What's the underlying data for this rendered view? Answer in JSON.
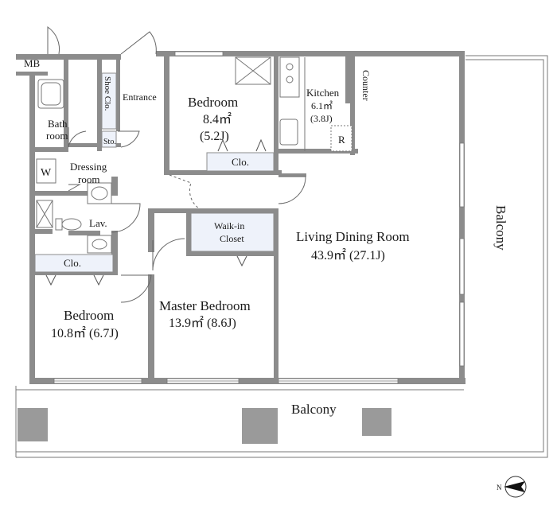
{
  "labels": {
    "mb": "MB",
    "shoe_closet": "Shoe Clo.",
    "entrance": "Entrance",
    "storage": "Sto.",
    "bath": "Bath",
    "bath_room": "room",
    "washer": "W",
    "dressing": "Dressing",
    "dressing_room": "room",
    "lavatory": "Lav.",
    "closet_bedroom2": "Clo.",
    "bedroom1_title": "Bedroom",
    "bedroom1_area": "8.4㎡",
    "bedroom1_jo": "(5.2J)",
    "closet_bedroom1": "Clo.",
    "kitchen_title": "Kitchen",
    "kitchen_area": "6.1㎡",
    "kitchen_jo": "(3.8J)",
    "fridge": "R",
    "counter": "Counter",
    "walkin_line1": "Waik-in",
    "walkin_line2": "Closet",
    "living_title": "Living Dining Room",
    "living_area": "43.9㎡ (27.1J)",
    "master_title": "Master Bedroom",
    "master_area": "13.9㎡ (8.6J)",
    "bedroom2_title": "Bedroom",
    "bedroom2_area": "10.8㎡ (6.7J)",
    "balcony_south": "Balcony",
    "balcony_east": "Balcony",
    "compass_n": "N"
  }
}
